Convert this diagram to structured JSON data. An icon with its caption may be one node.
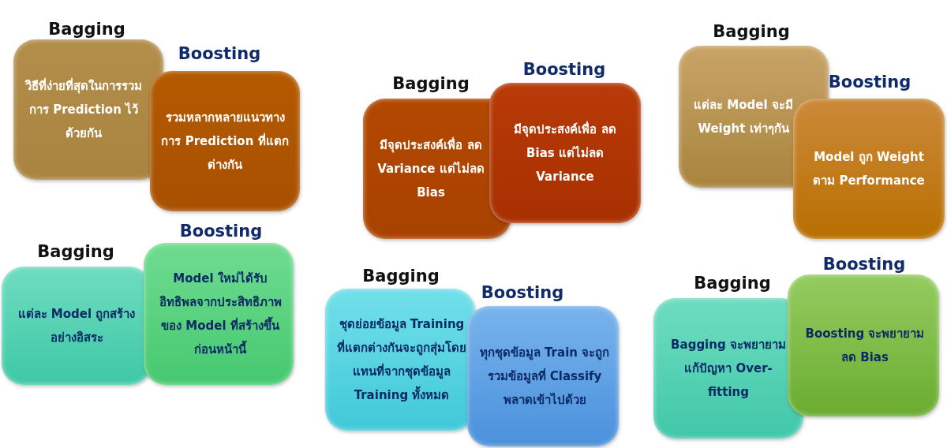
{
  "diagram": {
    "nodes": [
      {
        "text": [
          "Bagging",
          "วิธีที่ง่ายที่สุดในการรวมการ Prediction ไว้ด้วยกัน"
        ]
      },
      {
        "text": [
          "Boosting",
          "รวมหลากหลายแนวทางการ Prediction ที่แตกต่างกัน"
        ]
      },
      {
        "text": [
          "Bagging",
          "มีจุดประสงค์เพื่อ ลด Variance แต่ไม่ลด Bias"
        ]
      },
      {
        "text": [
          "Boosting",
          "มีจุดประสงค์เพื่อ ลด Bias แต่ไม่ลด Variance"
        ]
      },
      {
        "text": [
          "Bagging",
          "แต่ละ Model จะมี Weight เท่าๆกัน"
        ]
      },
      {
        "text": [
          "Boosting",
          "Model ถูก Weight ตาม Performance"
        ]
      },
      {
        "text": [
          "Bagging",
          "แต่ละ Model ถูกสร้างอย่างอิสระ"
        ]
      },
      {
        "text": [
          "Boosting",
          "Model ใหม่ได้รับอิทธิพลจากประสิทธิภาพของ Model ที่สร้างขึ้นก่อนหน้านี้"
        ]
      },
      {
        "text": [
          "Bagging",
          "ชุดย่อยข้อมูล Training ที่แตกต่างกันจะถูกสุ่มโดยแทนที่จากชุดข้อมูล Training ทั้งหมด"
        ]
      },
      {
        "text": [
          "Boosting",
          "ทุกชุดข้อมูล Train จะถูกรวมข้อมูลที่ Classify พลาดเข้าไปด้วย"
        ]
      },
      {
        "text": [
          "Bagging",
          "Bagging จะพยายามแก้ปัญหา Over-fitting"
        ]
      },
      {
        "text": [
          "Boosting",
          "Boosting จะพยายามลด Bias"
        ]
      }
    ]
  }
}
